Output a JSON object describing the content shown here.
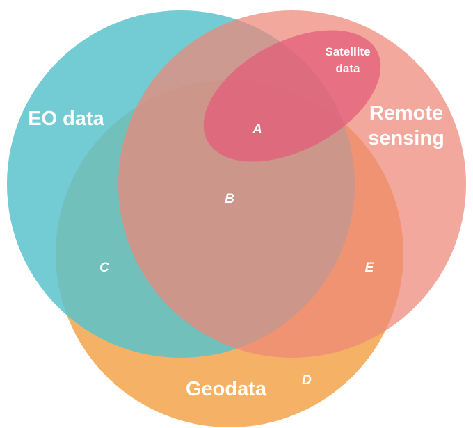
{
  "sets": {
    "eo_data": {
      "label": "EO data",
      "color": "#5BC2CB"
    },
    "remote_sensing": {
      "label_line1": "Remote",
      "label_line2": "sensing",
      "color": "#EF8677"
    },
    "geodata": {
      "label": "Geodata",
      "color": "#F3A54C"
    },
    "satellite_data": {
      "label_line1": "Satellite",
      "label_line2": "data",
      "color": "#E35A78"
    }
  },
  "regions": {
    "a": "A",
    "b": "B",
    "c": "C",
    "d": "D",
    "e": "E"
  }
}
